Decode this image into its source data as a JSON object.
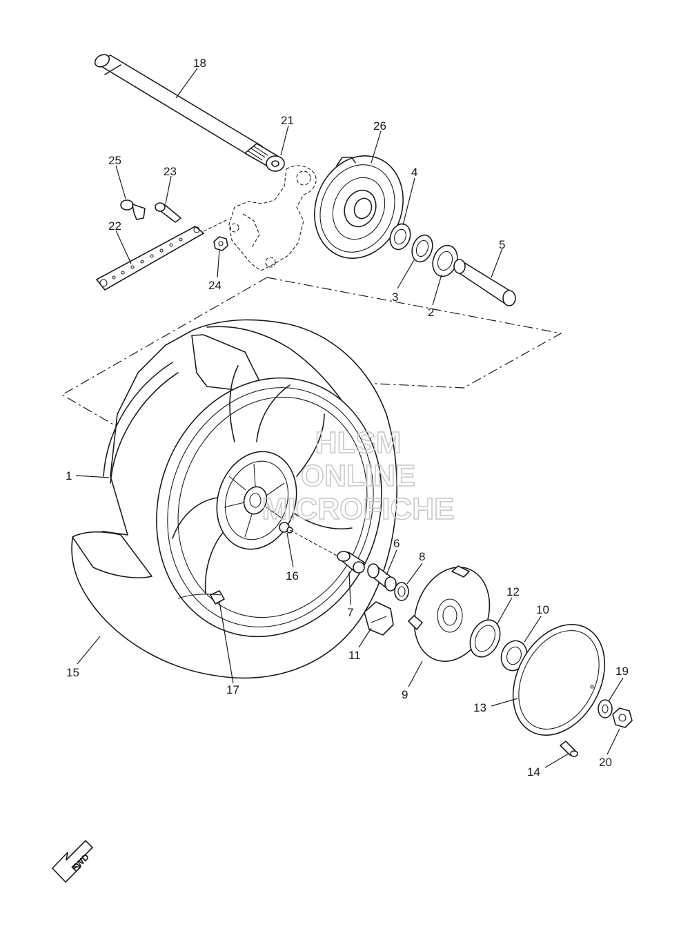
{
  "watermark": {
    "line1": "HLSM",
    "line2": "ONLINE",
    "line3": "MICROFICHE",
    "color": "#c8c8c8"
  },
  "direction_badge": {
    "label": "FWD"
  },
  "callouts": {
    "c1": "1",
    "c2": "2",
    "c3": "3",
    "c4": "4",
    "c5": "5",
    "c6": "6",
    "c7": "7",
    "c8": "8",
    "c9": "9",
    "c10": "10",
    "c11": "11",
    "c12": "12",
    "c13": "13",
    "c14": "14",
    "c15": "15",
    "c16": "16",
    "c17": "17",
    "c18": "18",
    "c19": "19",
    "c20": "20",
    "c21": "21",
    "c22": "22",
    "c23": "23",
    "c24": "24",
    "c25": "25",
    "c26": "26"
  },
  "line_color": "#1a1a1a"
}
